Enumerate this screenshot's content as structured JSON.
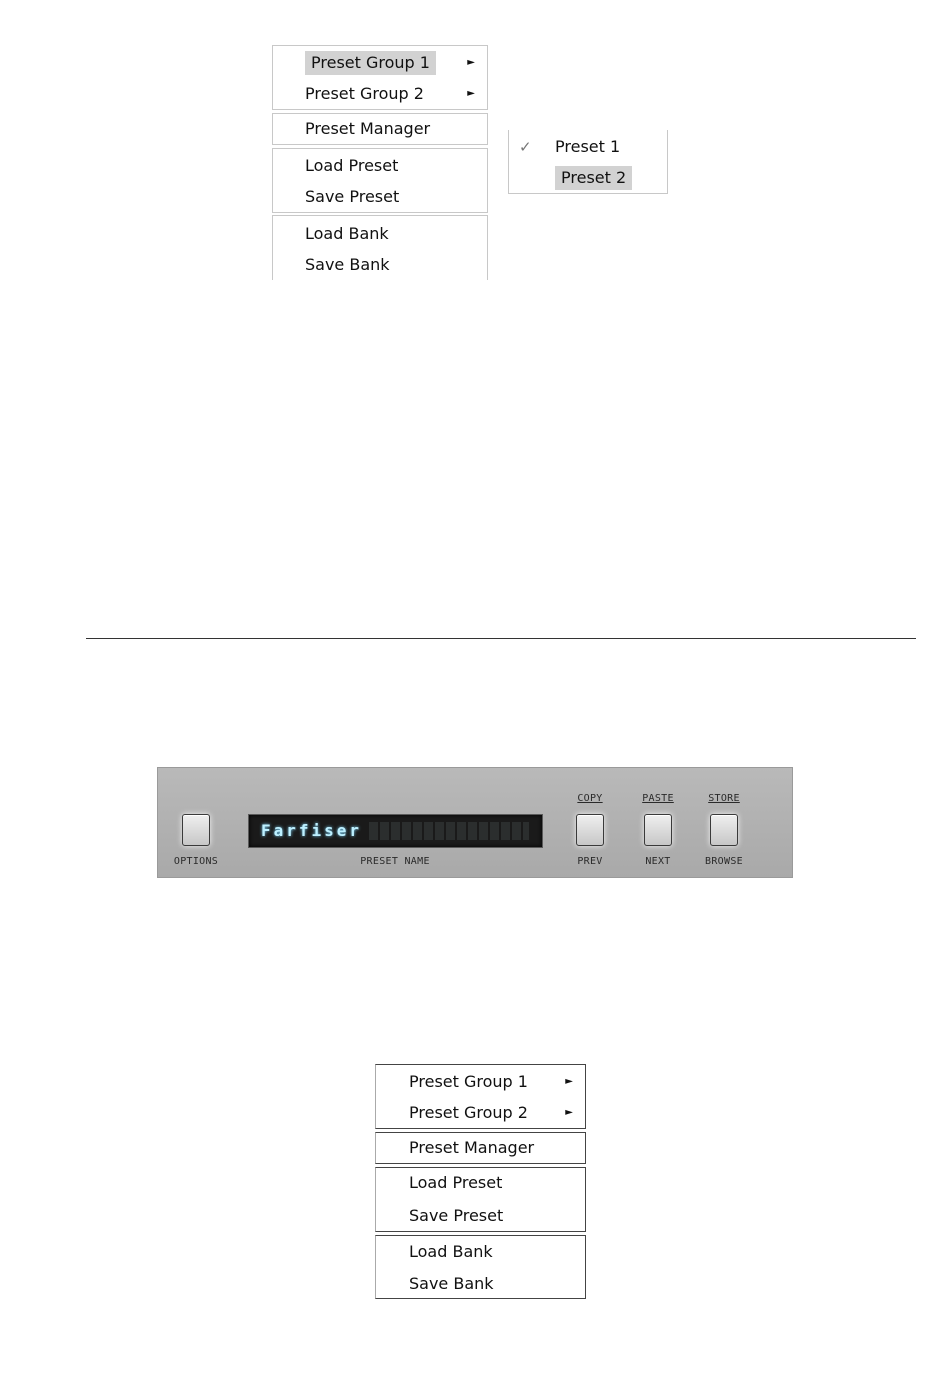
{
  "menu_top": {
    "sections": [
      {
        "items": [
          {
            "label": "Preset Group 1",
            "has_submenu": true,
            "highlighted": true
          },
          {
            "label": "Preset Group 2",
            "has_submenu": true,
            "highlighted": false
          }
        ]
      },
      {
        "items": [
          {
            "label": "Preset Manager"
          }
        ]
      },
      {
        "items": [
          {
            "label": "Load Preset"
          },
          {
            "label": "Save Preset"
          }
        ]
      },
      {
        "items": [
          {
            "label": "Load Bank"
          },
          {
            "label": "Save Bank"
          }
        ]
      }
    ],
    "submenu": {
      "items": [
        {
          "label": "Preset 1",
          "checked": true,
          "check_mark": "✓",
          "highlighted": false
        },
        {
          "label": "Preset 2",
          "checked": false,
          "highlighted": true
        }
      ]
    },
    "submenu_arrow": "►"
  },
  "preset_bar": {
    "options_label": "OPTIONS",
    "display_text": "Farfiser",
    "preset_name_label": "PRESET NAME",
    "copy_label": "COPY",
    "paste_label": "PASTE",
    "store_label": "STORE",
    "prev_label": "PREV",
    "next_label": "NEXT",
    "browse_label": "BROWSE",
    "display_color": "#bdf0ff"
  },
  "menu_bottom": {
    "sections": [
      {
        "items": [
          {
            "label": "Preset Group 1",
            "has_submenu": true
          },
          {
            "label": "Preset Group 2",
            "has_submenu": true
          }
        ]
      },
      {
        "items": [
          {
            "label": "Preset Manager"
          }
        ]
      },
      {
        "items": [
          {
            "label": "Load Preset"
          },
          {
            "label": "Save Preset"
          }
        ]
      },
      {
        "items": [
          {
            "label": "Load Bank"
          },
          {
            "label": "Save Bank"
          }
        ]
      }
    ],
    "submenu_arrow": "►"
  }
}
